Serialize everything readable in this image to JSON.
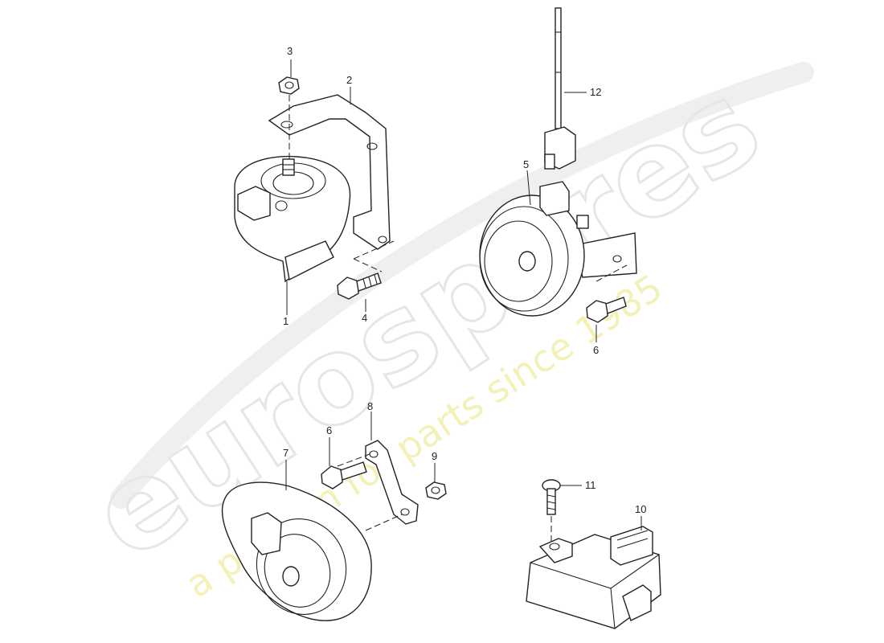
{
  "watermark": {
    "brand": "eurospares",
    "tagline": "a passion for parts since 1985"
  },
  "callouts": {
    "p1": "1",
    "p2": "2",
    "p3": "3",
    "p4": "4",
    "p5": "5",
    "p6a": "6",
    "p6b": "6",
    "p7": "7",
    "p8": "8",
    "p9": "9",
    "p10": "10",
    "p11": "11",
    "p12": "12"
  }
}
